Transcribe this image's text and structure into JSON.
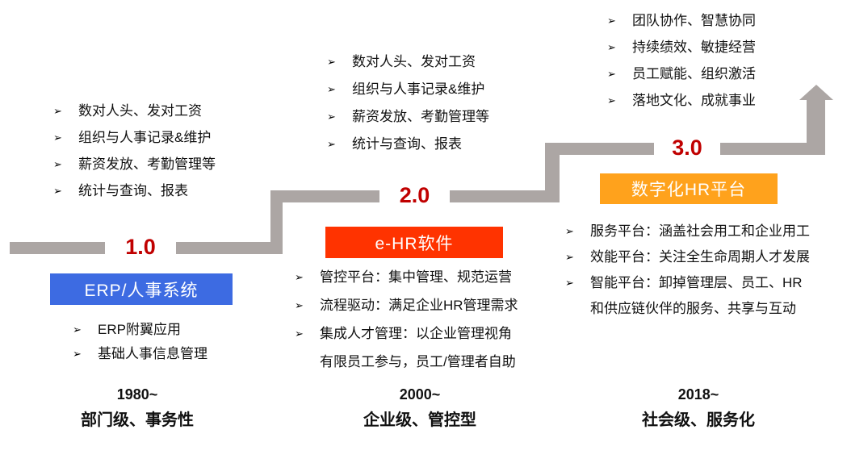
{
  "palette": {
    "staircase_gray": "#aca6a4",
    "stage1_box_color": "#3d6be2",
    "stage2_box_color": "#ff3300",
    "stage3_box_color": "#ffa21c",
    "stage_number_color": "#c00000",
    "text_color": "#111111"
  },
  "bullet_glyph": "➢",
  "stages": [
    {
      "number": "1.0",
      "box_label": "ERP/人事系统",
      "top_bullets": [
        "数对人头、发对工资",
        "组织与人事记录&维护",
        "薪资发放、考勤管理等",
        "统计与查询、报表"
      ],
      "bottom_bullets": [
        "ERP附翼应用",
        "基础人事信息管理"
      ],
      "era": "1980~",
      "era_desc": "部门级、事务性"
    },
    {
      "number": "2.0",
      "box_label": "e-HR软件",
      "top_bullets": [
        "数对人头、发对工资",
        "组织与人事记录&维护",
        "薪资发放、考勤管理等",
        "统计与查询、报表"
      ],
      "bottom_bullets": [
        "管控平台：集中管理、规范运营",
        "流程驱动：满足企业HR管理需求",
        "集成人才管理：以企业管理视角",
        "有限员工参与，员工/管理者自助"
      ],
      "era": "2000~",
      "era_desc": "企业级、管控型"
    },
    {
      "number": "3.0",
      "box_label": "数字化HR平台",
      "top_bullets": [
        "团队协作、智慧协同",
        "持续绩效、敏捷经营",
        "员工赋能、组织激活",
        "落地文化、成就事业"
      ],
      "bottom_bullets": [
        "服务平台：涵盖社会用工和企业用工",
        "效能平台：关注全生命周期人才发展",
        "智能平台：卸掉管理层、员工、HR",
        "和供应链伙伴的服务、共享与互动"
      ],
      "era": "2018~",
      "era_desc": "社会级、服务化"
    }
  ]
}
